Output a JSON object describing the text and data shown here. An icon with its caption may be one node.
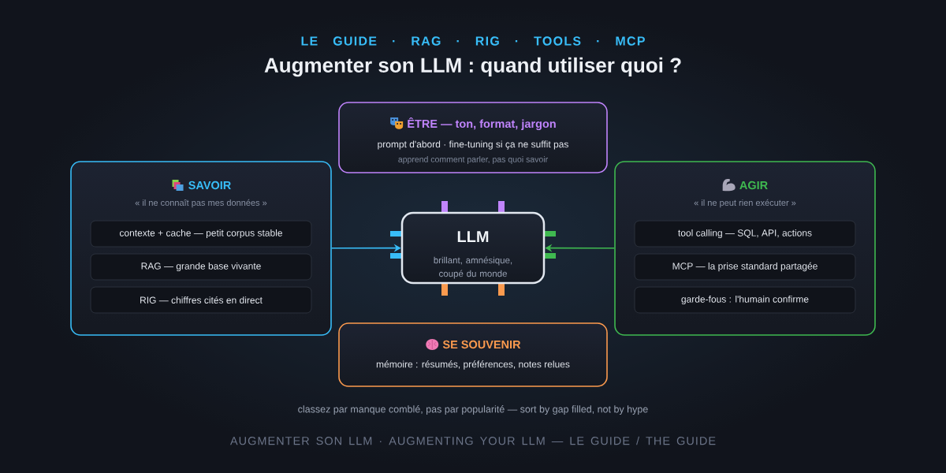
{
  "diagram": {
    "title": "Augmenter son LLM : quand utiliser quoi ?",
    "nodes": [
      {
        "text": [
          "ÊTRE — ton, format, jargon",
          "prompt d'abord · fine-tuning si ça ne suffit pas",
          "apprend comment parler, pas quoi savoir"
        ]
      },
      {
        "text": [
          "SAVOIR",
          "« il ne connaît pas mes données »"
        ]
      },
      {
        "text": [
          "contexte + cache — petit corpus stable"
        ],
        "in": 1
      },
      {
        "text": [
          "RAG — grande base vivante"
        ],
        "in": 1
      },
      {
        "text": [
          "RIG — chiffres cités en direct"
        ],
        "in": 1
      },
      {
        "text": [
          "LLM",
          "brillant, amnésique, coupé du monde"
        ]
      },
      {
        "text": [
          "AGIR",
          "« il ne peut rien exécuter »"
        ]
      },
      {
        "text": [
          "tool calling — SQL, API, actions"
        ],
        "in": 6
      },
      {
        "text": [
          "MCP — la prise standard partagée"
        ],
        "in": 6
      },
      {
        "text": [
          "garde-fous : l'humain confirme"
        ],
        "in": 6
      },
      {
        "text": [
          "SE SOUVENIR",
          "mémoire : résumés, préférences, notes relues"
        ]
      }
    ],
    "edges": [
      {
        "from": 1,
        "to": 5,
        "arrow": "to",
        "color": "#38bdf8"
      },
      {
        "from": 6,
        "to": 5,
        "arrow": "to",
        "color": "#3fb950"
      }
    ],
    "labels": [
      "LE GUIDE · RAG · RIG · TOOLS · MCP",
      "classez par manque comblé, pas par popularité — sort by gap filled, not by hype",
      "AUGMENTER SON LLM · AUGMENTING YOUR LLM — LE GUIDE / THE GUIDE"
    ]
  }
}
